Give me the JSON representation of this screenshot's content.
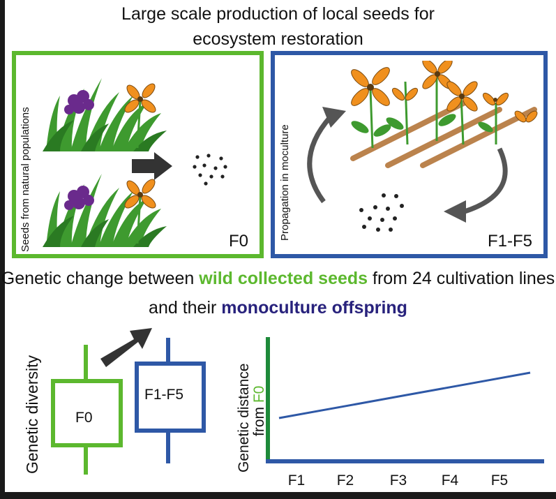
{
  "title": {
    "line1": "Large scale production of local seeds for",
    "line2": "ecosystem restoration"
  },
  "panel_left": {
    "side_label": "Seeds from natural populations",
    "tag": "F0"
  },
  "panel_right": {
    "side_label": "Propagation in moculture",
    "tag": "F1-F5"
  },
  "subtitle": {
    "part1": "Genetic change between ",
    "highlight1": "wild collected seeds",
    "part2": " from 24 cultivation lines",
    "part3": "and their ",
    "highlight2": "monoculture offspring"
  },
  "boxplot": {
    "ylabel": "Genetic diversity",
    "box1_label": "F0",
    "box2_label": "F1-F5"
  },
  "line_chart": {
    "ylabel_line1": "Genetic distance",
    "ylabel_line2_prefix": "from ",
    "ylabel_line2_highlight": "F0",
    "x_ticks": [
      "F1",
      "F2",
      "F3",
      "F4",
      "F5"
    ]
  },
  "colors": {
    "green": "#5cb82e",
    "blue": "#2e58a6",
    "navy": "#28227c",
    "axis_green": "#1e8a3a",
    "orange": "#f0901e",
    "purple": "#6a2a8c",
    "arrow": "#333333"
  },
  "chart_data": {
    "type": "line",
    "x": [
      "F1",
      "F2",
      "F3",
      "F4",
      "F5"
    ],
    "series": [
      {
        "values": [
          0.0,
          0.25,
          0.5,
          0.75,
          1.0
        ]
      }
    ],
    "xlabel": "",
    "ylabel": "Genetic distance from F0",
    "grid": false
  }
}
